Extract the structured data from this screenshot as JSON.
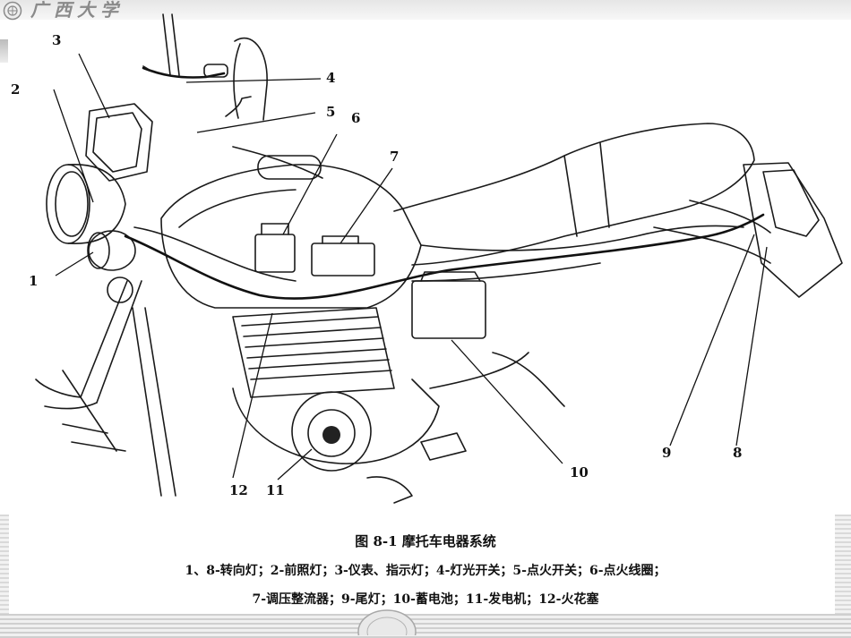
{
  "header": {
    "school_name": "广西大学"
  },
  "figure": {
    "callouts": [
      "1",
      "2",
      "3",
      "4",
      "5",
      "6",
      "7",
      "8",
      "9",
      "10",
      "11",
      "12"
    ],
    "caption_title": "图 8-1  摩托车电器系统",
    "legend_line_1": "1、8-转向灯；2-前照灯；3-仪表、指示灯；4-灯光开关；5-点火开关；6-点火线圈；",
    "legend_line_2": "7-调压整流器；9-尾灯；10-蓄电池；11-发电机；12-火花塞"
  },
  "icons": {
    "header_logo": "university-seal-icon",
    "footer_logo": "university-seal-icon"
  }
}
